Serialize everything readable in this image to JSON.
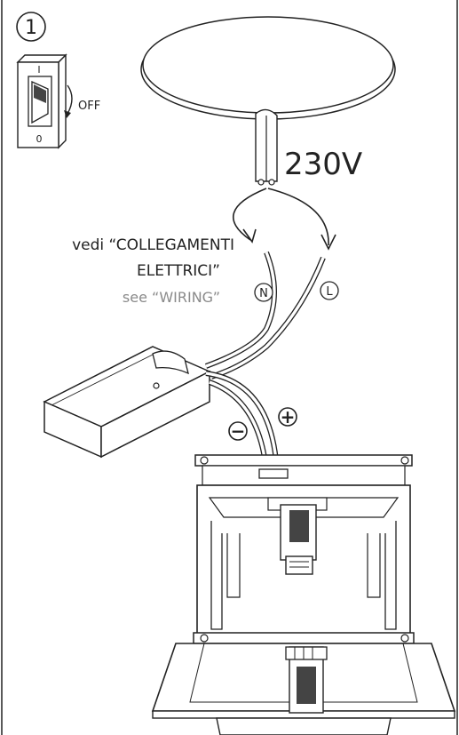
{
  "step": {
    "number": "1"
  },
  "switch": {
    "on_mark": "I",
    "off_mark": "0",
    "off_label": "OFF"
  },
  "ceiling": {
    "voltage": "230V"
  },
  "instructions": {
    "line1": "vedi “COLLEGAMENTI",
    "line2": "ELETTRICI”",
    "line3": "see “WIRING”"
  },
  "terminals": {
    "neutral": "N",
    "live": "L"
  },
  "polarity": {
    "negative": "−",
    "positive": "+"
  },
  "colors": {
    "line": "#222222",
    "secondary_text": "#8a8a8a",
    "fill": "#ffffff"
  }
}
